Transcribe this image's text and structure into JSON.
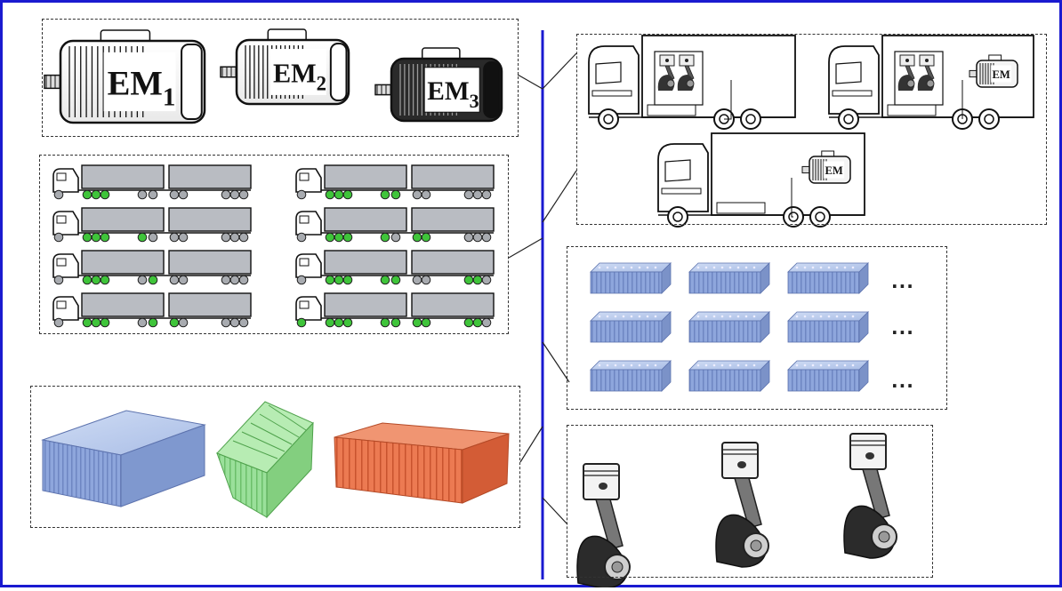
{
  "motors": [
    {
      "label": "EM",
      "sub": "1"
    },
    {
      "label": "EM",
      "sub": "2"
    },
    {
      "label": "EM",
      "sub": "3"
    }
  ],
  "truck_motor_label": "EM",
  "ellipsis": "...",
  "colors": {
    "border_blue": "#1a1ad0",
    "divider": "#1a1ad0",
    "trailer_fill": "#b9bcc2",
    "active_wheel": "#3fc43a",
    "idle_wheel": "#a8abb0",
    "battery_blue": "#8aa4d8",
    "battery_green": "#8fd88a",
    "battery_orange": "#e8704a"
  },
  "fleet": {
    "rows": 4,
    "columns": 2
  },
  "battery_grid": {
    "rows": 3,
    "columns": 3
  },
  "pistons": {
    "count": 3
  }
}
